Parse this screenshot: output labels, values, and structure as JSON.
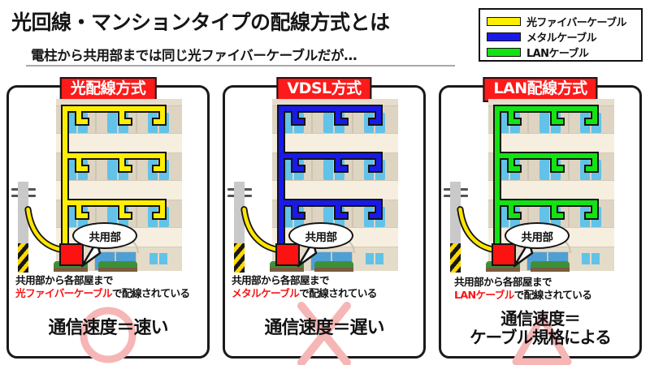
{
  "header": {
    "title": "光回線・マンションタイプの配線方式とは",
    "subtitle": "電柱から共用部までは同じ光ファイバーケーブルだが…"
  },
  "legend": {
    "items": [
      {
        "label": "光ファイバーケーブル",
        "color": "#ffee00"
      },
      {
        "label": "メタルケーブル",
        "color": "#1a1ae8"
      },
      {
        "label": "LANケーブル",
        "color": "#13e313"
      }
    ]
  },
  "panels": [
    {
      "badge": "光配線方式",
      "cable_color": "#ffee00",
      "shared_label": "共用部",
      "desc_pre": "共用部から各部屋まで",
      "desc_highlight": "光ファイバーケーブル",
      "desc_post": "で配線されている",
      "verdict_line1": "通信速度＝速い",
      "verdict_line2": "",
      "mark": "circle",
      "mark_color": "#f6b6b6"
    },
    {
      "badge": "VDSL方式",
      "cable_color": "#1a1ae8",
      "shared_label": "共用部",
      "desc_pre": "共用部から各部屋まで",
      "desc_highlight": "メタルケーブル",
      "desc_post": "で配線されている",
      "verdict_line1": "通信速度＝遅い",
      "verdict_line2": "",
      "mark": "cross",
      "mark_color": "#f6b6b6"
    },
    {
      "badge": "LAN配線方式",
      "cable_color": "#13e313",
      "shared_label": "共用部",
      "desc_pre": "共用部から各部屋まで",
      "desc_highlight": "LANケーブル",
      "desc_post": "で配線されている",
      "verdict_line1": "通信速度＝",
      "verdict_line2": "ケーブル規格による",
      "mark": "triangle",
      "mark_color": "#f6b6b6"
    }
  ],
  "colors": {
    "badge_bg": "#fd1a1a",
    "highlight_text": "#f51515",
    "shared_box": "#fd1212",
    "drop_cable": "#ffe600",
    "building_wall": "#ded4c2",
    "window": "#62c2e8"
  }
}
